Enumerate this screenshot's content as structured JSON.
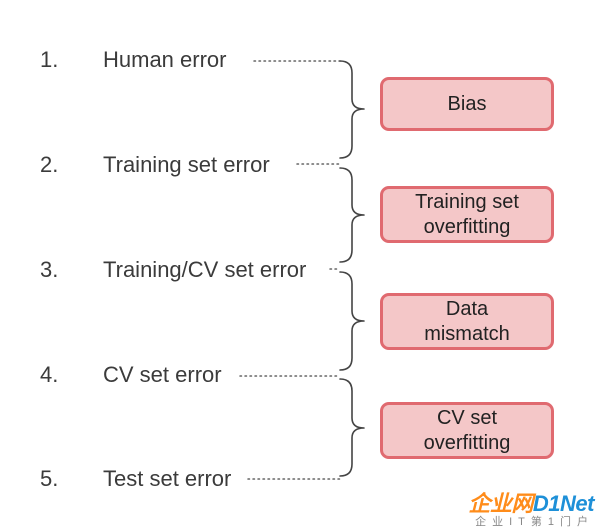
{
  "steps": [
    {
      "number": "1.",
      "label": "Human error"
    },
    {
      "number": "2.",
      "label": "Training set error"
    },
    {
      "number": "3.",
      "label": "Training/CV set error"
    },
    {
      "number": "4.",
      "label": "CV set error"
    },
    {
      "number": "5.",
      "label": "Test set error"
    }
  ],
  "categories": [
    {
      "lines": [
        "Bias"
      ]
    },
    {
      "lines": [
        "Training set",
        "overfitting"
      ]
    },
    {
      "lines": [
        "Data",
        "mismatch"
      ]
    },
    {
      "lines": [
        "CV set",
        "overfitting"
      ]
    }
  ],
  "watermark": {
    "brand_cn": "企业网",
    "brand_en": "D1Net",
    "subtitle": "企业IT第1门户"
  },
  "colors": {
    "box_fill": "#f4c7c8",
    "box_border": "#e06a70",
    "text": "#3b3b3b",
    "bracket": "#444444",
    "leader": "#666666"
  }
}
